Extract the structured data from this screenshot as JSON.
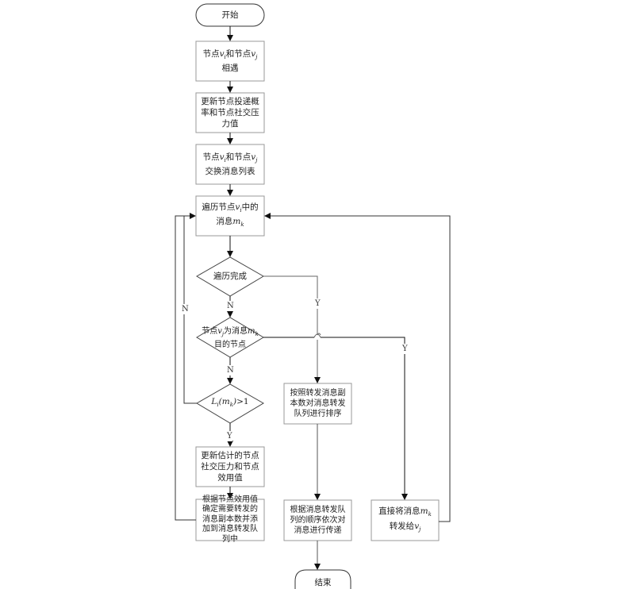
{
  "diagram": {
    "type": "flowchart",
    "nodes": {
      "start": {
        "shape": "terminal",
        "text": "开始"
      },
      "meet": {
        "shape": "process",
        "text": "节点vi和节点vj相遇"
      },
      "update_prob": {
        "shape": "process",
        "text": "更新节点投递概率和节点社交压力值"
      },
      "exchange": {
        "shape": "process",
        "text": "节点vi和节点vj交换消息列表"
      },
      "traverse": {
        "shape": "process",
        "text": "遍历节点vi中的消息mk"
      },
      "done": {
        "shape": "decision",
        "text": "遍历完成"
      },
      "is_dest": {
        "shape": "decision",
        "text": "节点vj为消息mk目的节点"
      },
      "copies": {
        "shape": "decision",
        "text": "Li(mk)>1"
      },
      "update_est": {
        "shape": "process",
        "text": "更新估计的节点社交压力和节点效用值"
      },
      "add_queue": {
        "shape": "process",
        "text": "根据节点效用值确定需要转发的消息副本数并添加到消息转发队列中"
      },
      "sort": {
        "shape": "process",
        "text": "按照转发消息副本数对消息转发队列进行排序"
      },
      "transmit": {
        "shape": "process",
        "text": "根据消息转发队列的顺序依次对消息进行传递"
      },
      "direct": {
        "shape": "process",
        "text": "直接将消息mk转发给vj"
      },
      "end": {
        "shape": "terminal",
        "text": "结束"
      }
    },
    "edge_labels": {
      "yes": "Y",
      "no": "N"
    },
    "edges": [
      {
        "from": "start",
        "to": "meet",
        "label": ""
      },
      {
        "from": "meet",
        "to": "update_prob",
        "label": ""
      },
      {
        "from": "update_prob",
        "to": "exchange",
        "label": ""
      },
      {
        "from": "exchange",
        "to": "traverse",
        "label": ""
      },
      {
        "from": "traverse",
        "to": "done",
        "label": ""
      },
      {
        "from": "done",
        "to": "is_dest",
        "label": "N"
      },
      {
        "from": "done",
        "to": "sort",
        "label": "Y"
      },
      {
        "from": "is_dest",
        "to": "copies",
        "label": "N"
      },
      {
        "from": "is_dest",
        "to": "direct",
        "label": "Y"
      },
      {
        "from": "copies",
        "to": "traverse",
        "label": "N"
      },
      {
        "from": "copies",
        "to": "update_est",
        "label": "Y"
      },
      {
        "from": "update_est",
        "to": "add_queue",
        "label": ""
      },
      {
        "from": "add_queue",
        "to": "traverse",
        "label": ""
      },
      {
        "from": "direct",
        "to": "traverse",
        "label": ""
      },
      {
        "from": "sort",
        "to": "transmit",
        "label": ""
      },
      {
        "from": "transmit",
        "to": "end",
        "label": ""
      }
    ]
  }
}
